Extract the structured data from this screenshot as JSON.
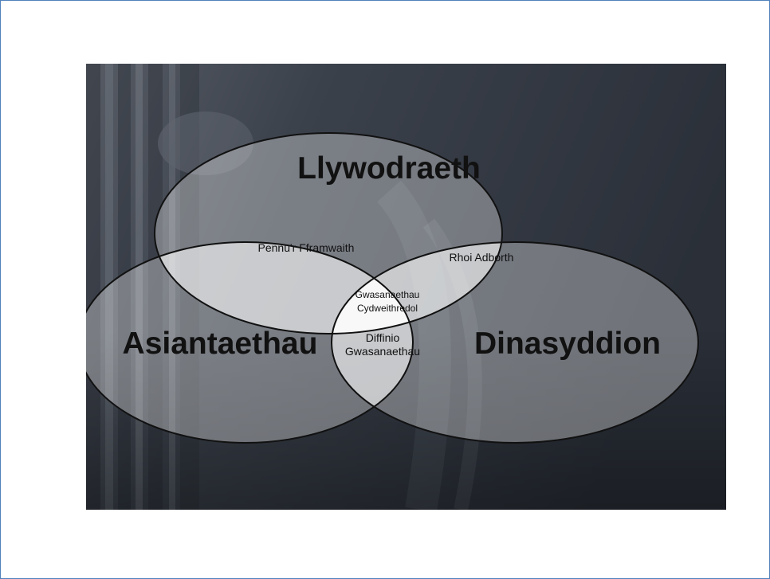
{
  "diagram": {
    "circles": {
      "top": "Llywodraeth",
      "left": "Asiantaethau",
      "right": "Dinasyddion"
    },
    "overlaps": {
      "top_left": "Pennu'r Fframwaith",
      "top_right": "Rhoi Adborth",
      "left_right_line1": "Diffinio",
      "left_right_line2": "Gwasanaethau",
      "center_line1": "Gwasanaethau",
      "center_line2": "Cydweithredol"
    }
  },
  "colors": {
    "frame_border": "#4f81bd",
    "background_dark": "#2f3440",
    "circle_fill": "#ffffff",
    "circle_stroke": "#111111",
    "text": "#111111"
  }
}
